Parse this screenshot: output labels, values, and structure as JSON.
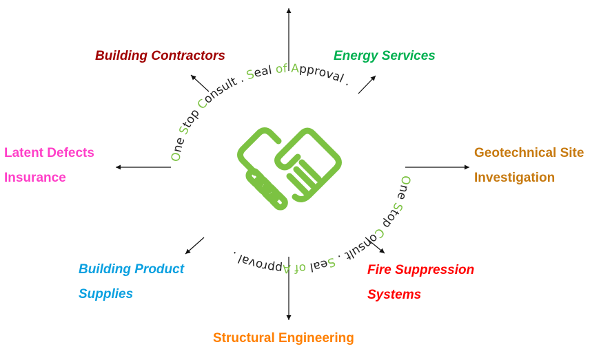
{
  "center": {
    "logo_icon": "handshake-icon",
    "ring_text_top": "One Stop Consult . Seal of Approval .",
    "ring_text_bottom": "One Stop Consult . Seal of Approval .",
    "ring_segments": [
      {
        "text": "O",
        "accent": true
      },
      {
        "text": "ne ",
        "accent": false
      },
      {
        "text": "S",
        "accent": true
      },
      {
        "text": "top ",
        "accent": false
      },
      {
        "text": "C",
        "accent": true
      },
      {
        "text": "onsult . ",
        "accent": false
      },
      {
        "text": "S",
        "accent": true
      },
      {
        "text": "eal ",
        "accent": false
      },
      {
        "text": "of ",
        "accent": true
      },
      {
        "text": "A",
        "accent": true
      },
      {
        "text": "pproval . ",
        "accent": false
      }
    ],
    "accent_color": "#7cc242",
    "text_color": "#222222"
  },
  "labels": {
    "top": {
      "lines": [
        ""
      ],
      "color": "#e07b00"
    },
    "building_contractors": {
      "lines": [
        "Building Contractors"
      ],
      "color": "#a00000"
    },
    "energy_services": {
      "lines": [
        "Energy Services"
      ],
      "color": "#00b050"
    },
    "latent_defects": {
      "lines": [
        "Latent Defects",
        "Insurance"
      ],
      "color": "#ff3fc8"
    },
    "geotechnical": {
      "lines": [
        "Geotechnical Site",
        "Investigation"
      ],
      "color": "#c77a10"
    },
    "building_product": {
      "lines": [
        "Building Product",
        "Supplies"
      ],
      "color": "#0aa0e0"
    },
    "fire_suppression": {
      "lines": [
        "Fire Suppression",
        "Systems"
      ],
      "color": "#ff0000"
    },
    "structural": {
      "lines": [
        "Structural Engineering"
      ],
      "color": "#ff7f00"
    }
  }
}
